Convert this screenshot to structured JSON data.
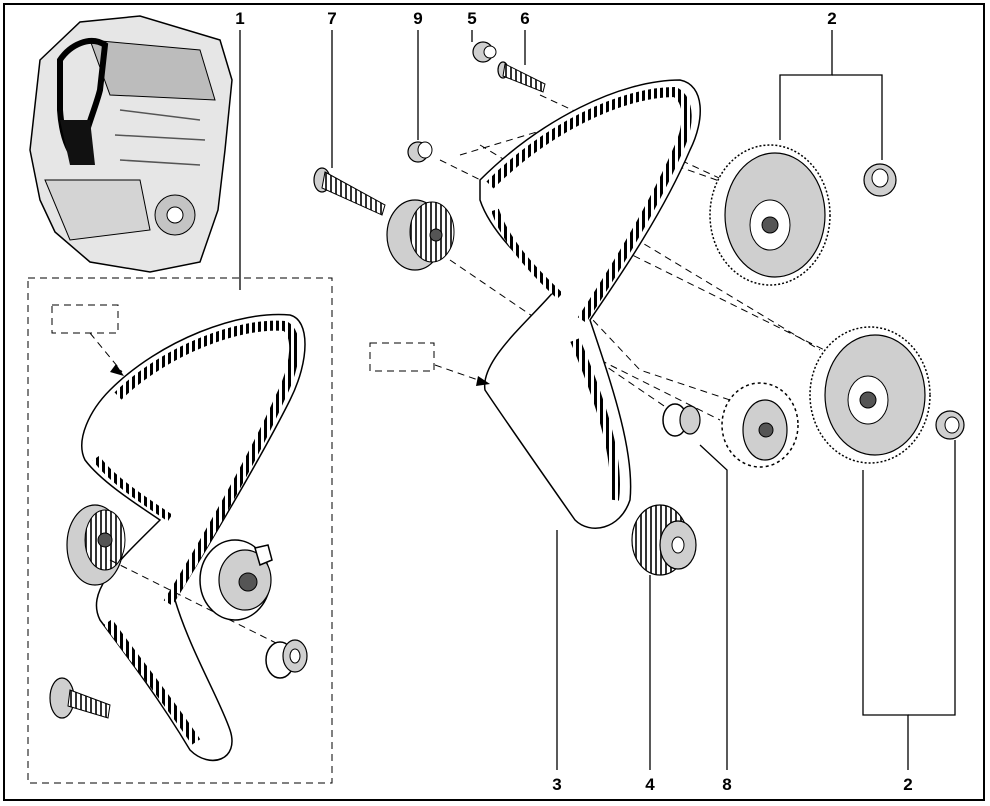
{
  "diagram": {
    "callouts": [
      {
        "id": "c1",
        "text": "1"
      },
      {
        "id": "c7",
        "text": "7"
      },
      {
        "id": "c9",
        "text": "9"
      },
      {
        "id": "c5",
        "text": "5"
      },
      {
        "id": "c6",
        "text": "6"
      },
      {
        "id": "c2a",
        "text": "2"
      },
      {
        "id": "c3",
        "text": "3"
      },
      {
        "id": "c4",
        "text": "4"
      },
      {
        "id": "c8",
        "text": "8"
      },
      {
        "id": "c2b",
        "text": "2"
      }
    ],
    "blank_label_boxes": [
      {
        "id": "kit-box",
        "text": ""
      },
      {
        "id": "belt-box",
        "text": ""
      }
    ]
  }
}
